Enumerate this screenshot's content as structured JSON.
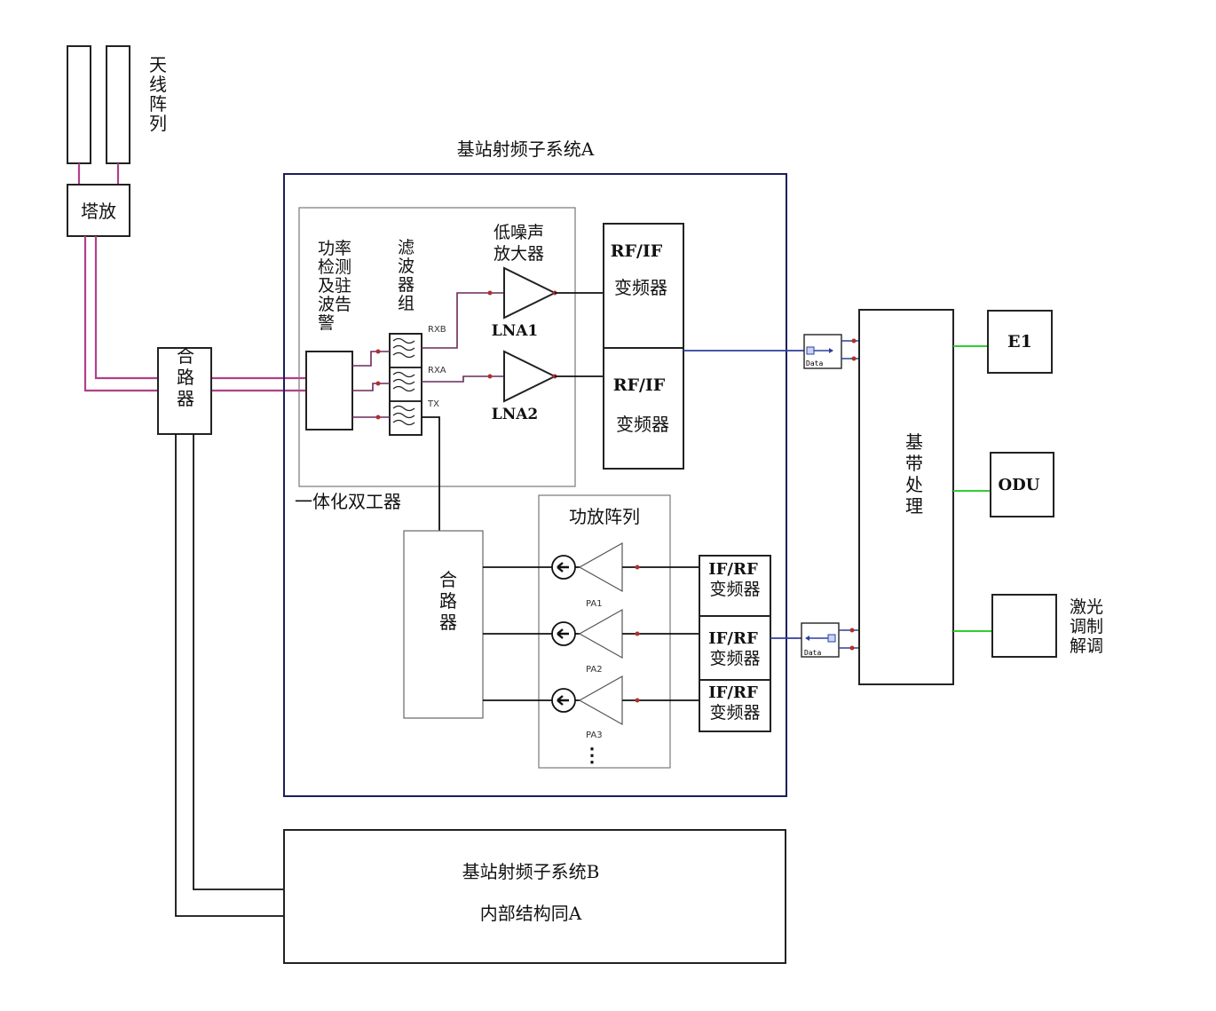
{
  "antenna": {
    "label": "天线阵列",
    "tma_label": "塔放"
  },
  "combiner_outer": {
    "label": "合路器"
  },
  "subsystem_a": {
    "title": "基站射频子系统A",
    "duplexer": {
      "label": "一体化双工器",
      "power_detect": "功率检测及驻波告警",
      "filter_group": "滤波器组",
      "port_rxb": "RXB",
      "port_rxa": "RXA",
      "port_tx": "TX",
      "lna_title": "低噪声放大器",
      "lna1": "LNA1",
      "lna2": "LNA2"
    },
    "rf_if_1": {
      "line1": "RF/IF",
      "line2": "变频器"
    },
    "rf_if_2": {
      "line1": "RF/IF",
      "line2": "变频器"
    },
    "combiner_inner": {
      "label": "合路器"
    },
    "pa_array": {
      "title": "功放阵列",
      "pa1": "PA1",
      "pa2": "PA2",
      "pa3": "PA3",
      "more": "⋮"
    },
    "if_rf_1": {
      "line1": "IF/RF",
      "line2": "变频器"
    },
    "if_rf_2": {
      "line1": "IF/RF",
      "line2": "变频器"
    },
    "if_rf_3": {
      "line1": "IF/RF",
      "line2": "变频器"
    }
  },
  "data_converter": {
    "label": "Data"
  },
  "baseband": {
    "label": "基带处理"
  },
  "e1": {
    "label": "E1"
  },
  "odu": {
    "label": "ODU"
  },
  "laser": {
    "label": "激光调制解调"
  },
  "subsystem_b": {
    "title": "基站射频子系统B",
    "subtitle": "内部结构同A"
  },
  "colors": {
    "antenna_feed": "#b0408a",
    "interface_link": "#33cc33",
    "data_link": "#2f3f9a"
  }
}
